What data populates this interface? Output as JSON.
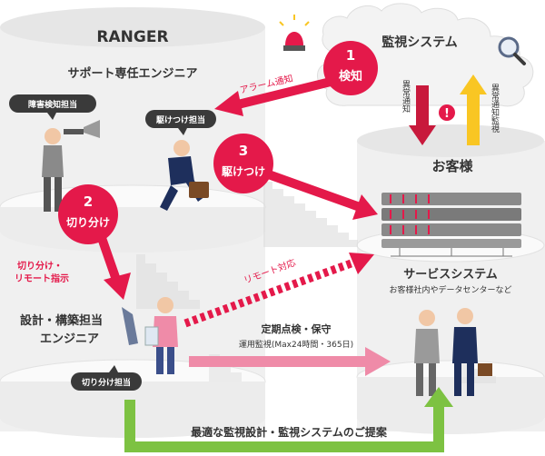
{
  "ranger": {
    "brand": "RANGER",
    "support_role": "サポート専任エンジニア",
    "design_role_line1": "設計・構築担当",
    "design_role_line2": "エンジニア",
    "bubble_detect": "障害検知担当",
    "bubble_rush": "駆けつけ担当",
    "bubble_isolate": "切り分け担当"
  },
  "monitoring": {
    "title": "監視システム",
    "abnormal_notice": "異常通知",
    "abnormal_monitor": "異常通知監視"
  },
  "customer": {
    "title": "お客様",
    "system_title": "サービスシステム",
    "system_subtitle": "お客様社内やデータセンターなど"
  },
  "steps": [
    {
      "num": "1",
      "label": "検知"
    },
    {
      "num": "2",
      "label": "切り分け"
    },
    {
      "num": "3",
      "label": "駆けつけ"
    }
  ],
  "arrows": {
    "alarm": "アラーム通知",
    "isolate_remote_line1": "切り分け・",
    "isolate_remote_line2": "リモート指示",
    "remote": "リモート対応",
    "maintenance_title": "定期点検・保守",
    "maintenance_sub": "運用監視(Max24時間・365日)",
    "proposal": "最適な監視設計・監視システムのご提案"
  },
  "colors": {
    "red": "#e4194a",
    "pink": "#ef8ba8",
    "green": "#7dc242",
    "yellow": "#f9c623",
    "darkred": "#c8193c"
  }
}
